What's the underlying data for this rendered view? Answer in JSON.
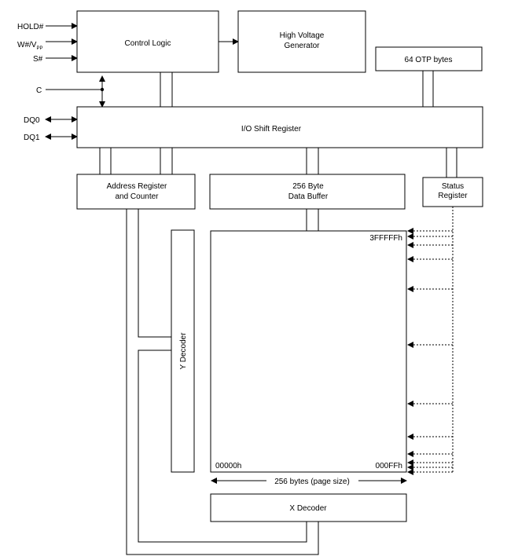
{
  "signals": {
    "hold": "HOLD#",
    "wvpp_main": "W#/V",
    "wvpp_sub": "PP",
    "s": "S#",
    "c": "C",
    "dq0": "DQ0",
    "dq1": "DQ1"
  },
  "blocks": {
    "control_logic": "Control Logic",
    "hv_generator_line1": "High Voltage",
    "hv_generator_line2": "Generator",
    "otp": "64 OTP bytes",
    "io_shift": "I/O Shift Register",
    "addr_line1": "Address Register",
    "addr_line2": "and Counter",
    "buffer_line1": "256 Byte",
    "buffer_line2": "Data Buffer",
    "status_line1": "Status",
    "status_line2": "Register",
    "y_decoder": "Y Decoder",
    "x_decoder": "X Decoder"
  },
  "memory": {
    "top_address": "3FFFFFh",
    "start_address": "00000h",
    "end_address": "000FFh",
    "page_size": "256 bytes (page size)"
  }
}
